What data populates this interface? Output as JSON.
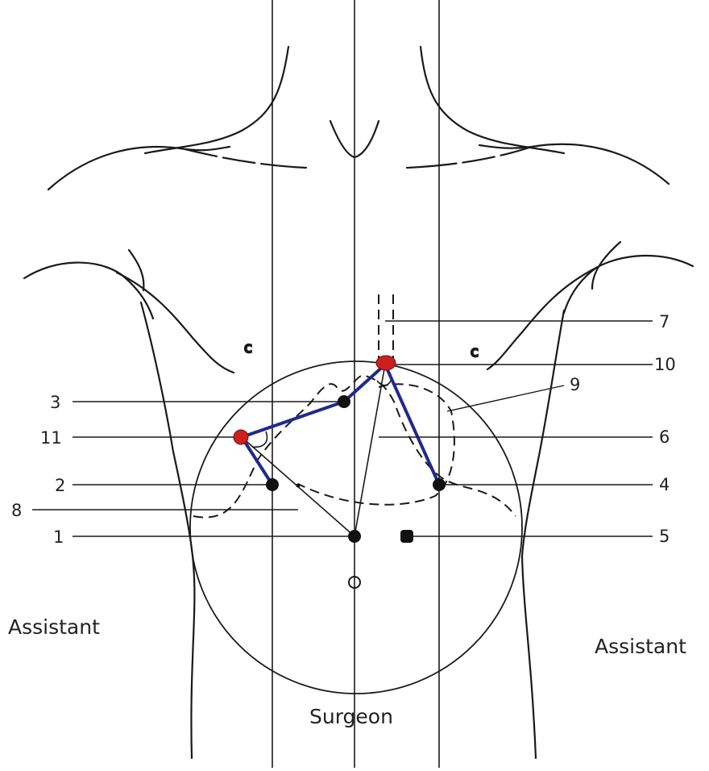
{
  "diagram": {
    "port_labels": {
      "n1": "1",
      "n2": "2",
      "n3": "3",
      "n4": "4",
      "n5": "5",
      "n6": "6",
      "n7": "7",
      "n8": "8",
      "n9": "9",
      "n10": "10",
      "n11": "11"
    },
    "roles": {
      "assistant_left": "Assistant",
      "assistant_right": "Assistant",
      "surgeon": "Surgeon"
    },
    "colors": {
      "outline": "#1a1a1a",
      "robot_arm": "#1f2a8c",
      "port_marker": "#111111",
      "target_marker": "#cc1f1f"
    }
  }
}
